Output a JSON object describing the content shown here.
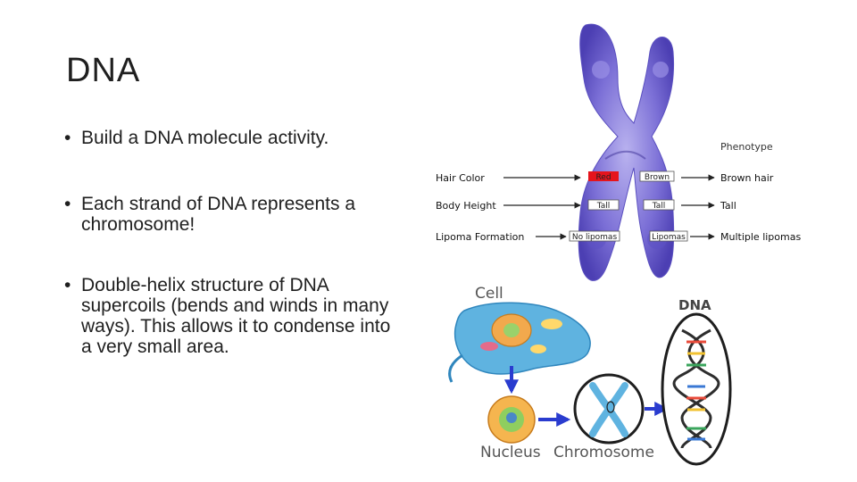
{
  "slide": {
    "title": "DNA",
    "bullets": [
      "Build a DNA molecule activity.",
      "Each strand of DNA represents a chromosome!",
      "Double-helix structure of DNA supercoils (bends and winds in many ways). This allows it to condense into a very small area."
    ]
  },
  "chromosome_figure": {
    "phenotype_header": "Phenotype",
    "traits": [
      {
        "label": "Hair Color",
        "left_allele": "Red",
        "right_allele": "Brown",
        "phenotype": "Brown hair"
      },
      {
        "label": "Body Height",
        "left_allele": "Tall",
        "right_allele": "Tall",
        "phenotype": "Tall"
      },
      {
        "label": "Lipoma Formation",
        "left_allele": "No lipomas",
        "right_allele": "Lipomas",
        "phenotype": "Multiple lipomas"
      }
    ],
    "colors": {
      "chromosome": "#7b6fd6",
      "allele_highlight": "#e5141c",
      "arrow": "#2a3ccf"
    }
  },
  "cell_figure": {
    "cell_label": "Cell",
    "dna_label": "DNA",
    "nucleus_label": "Nucleus",
    "chromosome_label": "Chromosome"
  }
}
